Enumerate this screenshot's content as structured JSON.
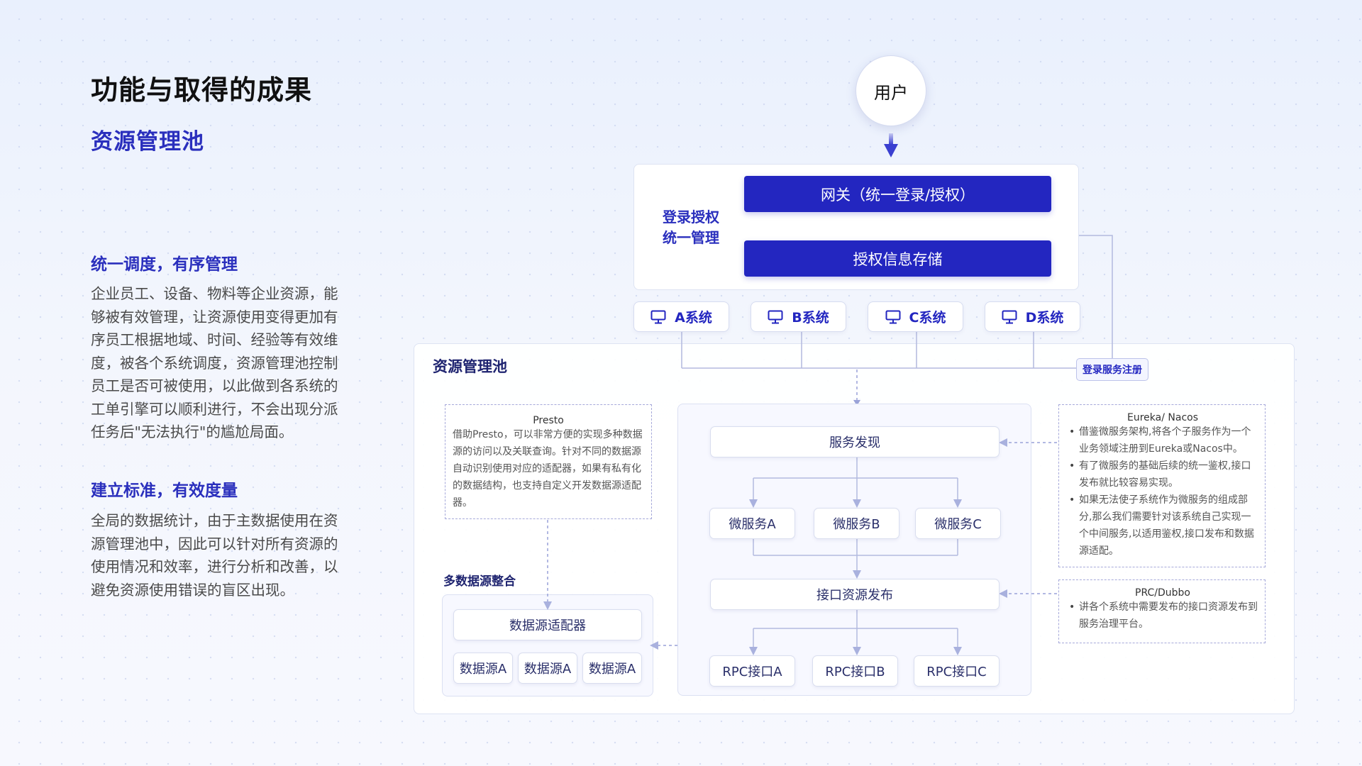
{
  "page": {
    "title": "功能与取得的成果",
    "subtitle": "资源管理池"
  },
  "sections": [
    {
      "heading": "统一调度，有序管理",
      "text": "企业员工、设备、物料等企业资源，能够被有效管理，让资源使用变得更加有序员工根据地域、时间、经验等有效维度，被各个系统调度，资源管理池控制员工是否可被使用，以此做到各系统的工单引擎可以顺利进行，不会出现分派任务后\"无法执行\"的尴尬局面。"
    },
    {
      "heading": "建立标准，有效度量",
      "text": "全局的数据统计，由于主数据使用在资源管理池中，因此可以针对所有资源的使用情况和效率，进行分析和改善，以避免资源使用错误的盲区出现。"
    }
  ],
  "diagram": {
    "user": "用户",
    "auth_label_line1": "登录授权",
    "auth_label_line2": "统一管理",
    "gateway": "网关（统一登录/授权）",
    "auth_storage": "授权信息存储",
    "systems": [
      "A系统",
      "B系统",
      "C系统",
      "D系统"
    ],
    "pool_title": "资源管理池",
    "register_tag": "登录服务注册",
    "presto": {
      "title": "Presto",
      "text": "借助Presto，可以非常方便的实现多种数据源的访问以及关联查询。针对不同的数据源自动识别使用对应的适配器，如果有私有化的数据结构，也支持自定义开发数据源适配器。"
    },
    "multi_source": {
      "title": "多数据源整合",
      "adapter": "数据源适配器",
      "sources": [
        "数据源A",
        "数据源A",
        "数据源A"
      ]
    },
    "service_discovery": "服务发现",
    "microservices": [
      "微服务A",
      "微服务B",
      "微服务C"
    ],
    "interface_publish": "接口资源发布",
    "rpc": [
      "RPC接口A",
      "RPC接口B",
      "RPC接口C"
    ],
    "eureka": {
      "title": "Eureka/ Nacos",
      "items": [
        "借鉴微服务架构,将各个子服务作为一个业务领域注册到Eureka或Nacos中。",
        "有了微服务的基础后续的统一鉴权,接口发布就比较容易实现。",
        "如果无法使子系统作为微服务的组成部分,那么我们需要针对该系统自己实现一个中间服务,以适用鉴权,接口发布和数据源适配。"
      ]
    },
    "dubbo": {
      "title": "PRC/Dubbo",
      "items": [
        "讲各个系统中需要发布的接口资源发布到服务治理平台。"
      ]
    }
  },
  "colors": {
    "accent": "#2326c0",
    "heading_blue": "#2a2fbd",
    "line": "#a9b1de"
  }
}
